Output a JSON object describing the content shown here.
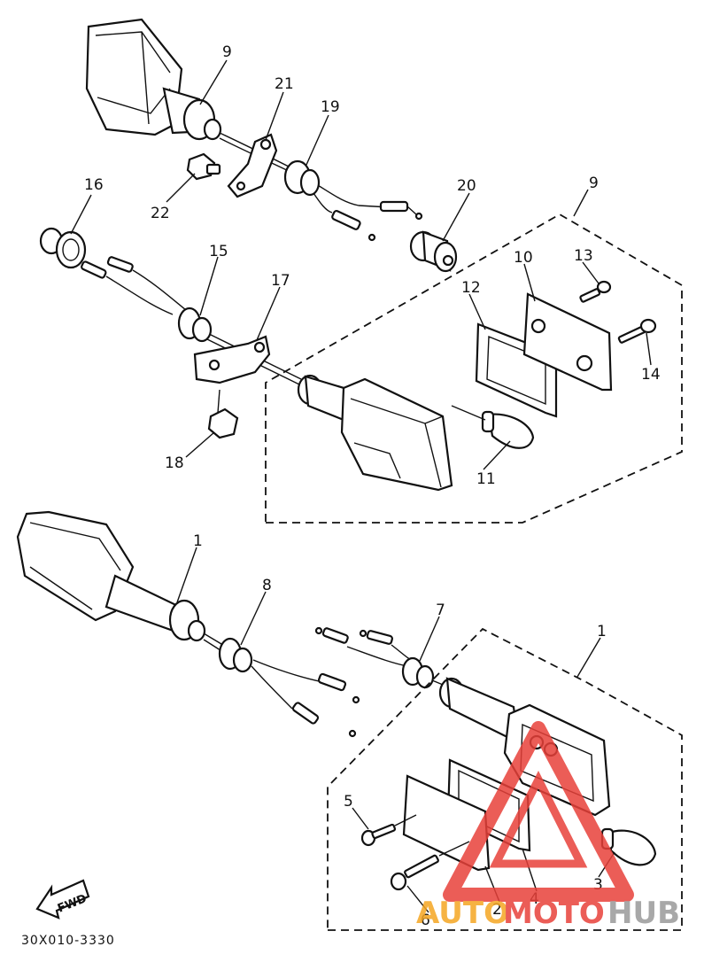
{
  "callouts": {
    "c9a": "9",
    "c21": "21",
    "c19": "19",
    "c22": "22",
    "c16": "16",
    "c20": "20",
    "c9b": "9",
    "c15": "15",
    "c17": "17",
    "c10": "10",
    "c13": "13",
    "c12": "12",
    "c14": "14",
    "c11": "11",
    "c18": "18",
    "c1a": "1",
    "c8": "8",
    "c7": "7",
    "c1b": "1",
    "c5": "5",
    "c3": "3",
    "c2": "2",
    "c4": "4",
    "c6": "6"
  },
  "fwd_label": "FWD",
  "diagram_code": "30X010-3330",
  "watermark": {
    "text_part1": "AUTO",
    "text_part2": "MOTO",
    "text_part3": "HUB",
    "color_orange": "#f5a623",
    "color_red": "#e8413a",
    "color_grey": "#9a9a9a"
  }
}
